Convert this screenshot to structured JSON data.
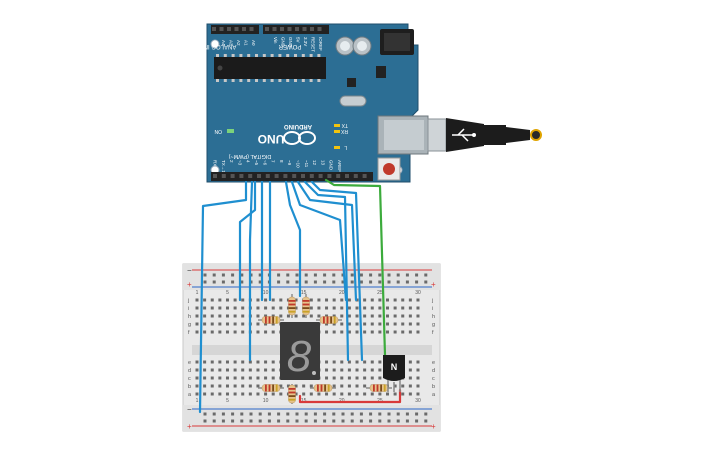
{
  "board": {
    "brand": "ARDUINO",
    "model": "UNO",
    "digital_label": "DIGITAL (PWM~)",
    "analog_label": "ANALOG IN",
    "power_label": "POWER",
    "on_label": "ON",
    "tx_label": "TX",
    "rx_label": "RX",
    "l_label": "L",
    "power_pins": [
      "IOREF",
      "RESET",
      "3.3V",
      "5V",
      "GND",
      "GND",
      "Vin"
    ],
    "analog_pins": [
      "A0",
      "A1",
      "A2",
      "A3",
      "A4",
      "A5"
    ],
    "digital_pins": [
      "AREF",
      "GND",
      "13",
      "12",
      "~11",
      "~10",
      "~9",
      "8",
      "7",
      "~6",
      "~5",
      "4",
      "~3",
      "2",
      "TX→1",
      "RX←0"
    ]
  },
  "breadboard": {
    "rows_top": [
      "j",
      "i",
      "h",
      "g",
      "f"
    ],
    "rows_bottom": [
      "e",
      "d",
      "c",
      "b",
      "a"
    ],
    "col_numbers": [
      "1",
      "5",
      "10",
      "15",
      "20",
      "25",
      "30"
    ],
    "plus": "+",
    "minus": "−"
  },
  "display": {
    "digit": "8"
  },
  "transistor": {
    "label": "N"
  },
  "colors": {
    "board": "#2c6e94",
    "wire_blue": "#1f8fd0",
    "wire_green": "#3cab3c",
    "wire_red": "#d83a3a",
    "breadboard": "#e9e9e9",
    "display": "#3a3a3a"
  }
}
